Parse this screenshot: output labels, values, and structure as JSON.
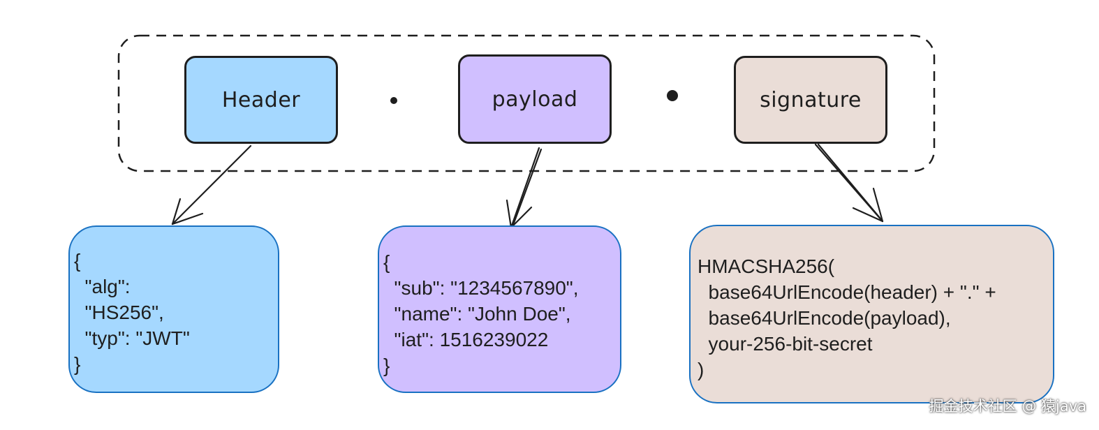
{
  "parts": [
    {
      "label": "Header",
      "fill": "#a5d8ff"
    },
    {
      "label": "payload",
      "fill": "#d0bfff"
    },
    {
      "label": "signature",
      "fill": "#eaddd7"
    }
  ],
  "details": {
    "header": "{\n  \"alg\":\n  \"HS256\",\n  \"typ\": \"JWT\"\n}",
    "payload": "{\n  \"sub\": \"1234567890\",\n  \"name\": \"John Doe\",\n  \"iat\": 1516239022\n}",
    "signature": "HMACSHA256(\n  base64UrlEncode(header) + \".\" +\n  base64UrlEncode(payload),\n  your-256-bit-secret\n)"
  },
  "colors": {
    "stroke": "#1e1e1e",
    "detail_border": "#1971c2"
  },
  "watermark": "掘金技术社区 @ 猿java"
}
